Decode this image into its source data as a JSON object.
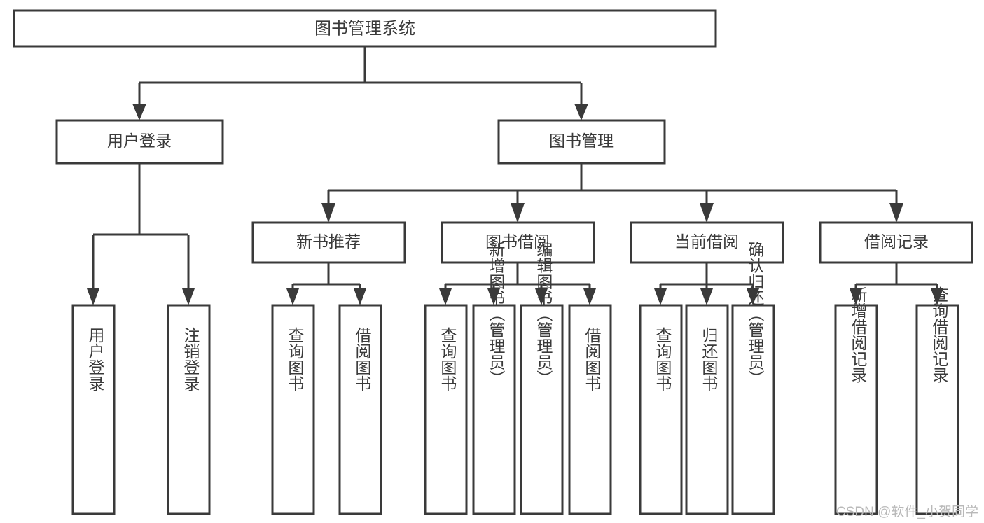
{
  "diagram": {
    "type": "tree",
    "title": "图书管理系统",
    "orientation": "top-down",
    "colors": {
      "stroke": "#3a3a3a",
      "node_fill": "#ffffff",
      "text": "#3a3a3a",
      "background": "#ffffff",
      "watermark": "#b9b9b9"
    },
    "root": {
      "label": "图书管理系统",
      "children": [
        {
          "label": "用户登录",
          "children": [
            {
              "label": "用户登录"
            },
            {
              "label": "注销登录"
            }
          ]
        },
        {
          "label": "图书管理",
          "children": [
            {
              "label": "新书推荐",
              "children": [
                {
                  "label": "查询图书"
                },
                {
                  "label": "借阅图书"
                }
              ]
            },
            {
              "label": "图书借阅",
              "children": [
                {
                  "label": "查询图书"
                },
                {
                  "label": "新增图书（管理员）"
                },
                {
                  "label": "编辑图书（管理员）"
                },
                {
                  "label": "借阅图书"
                }
              ]
            },
            {
              "label": "当前借阅",
              "children": [
                {
                  "label": "查询图书"
                },
                {
                  "label": "归还图书"
                },
                {
                  "label": "确认归还（管理员）"
                }
              ]
            },
            {
              "label": "借阅记录",
              "children": [
                {
                  "label": "新增借阅记录"
                },
                {
                  "label": "查询借阅记录"
                }
              ]
            }
          ]
        }
      ]
    },
    "nodes": {
      "root": "图书管理系统",
      "l1_user_login": "用户登录",
      "l1_book_manage": "图书管理",
      "l2_new_book_rec": "新书推荐",
      "l2_book_borrow": "图书借阅",
      "l2_current_borrow": "当前借阅",
      "l2_borrow_record": "借阅记录",
      "l3_user_login": "用户登录",
      "l3_logout": "注销登录",
      "l3_query_book_a": "查询图书",
      "l3_borrow_book_a": "借阅图书",
      "l3_query_book_b": "查询图书",
      "l3_add_book": "新增图书（管理员）",
      "l3_edit_book": "编辑图书（管理员）",
      "l3_borrow_book_b": "借阅图书",
      "l3_query_book_c": "查询图书",
      "l3_return_book": "归还图书",
      "l3_confirm_return": "确认归还（管理员）",
      "l3_add_record": "新增借阅记录",
      "l3_query_record": "查询借阅记录"
    }
  },
  "watermark": {
    "text": "CSDN @软件_小贺同学"
  }
}
